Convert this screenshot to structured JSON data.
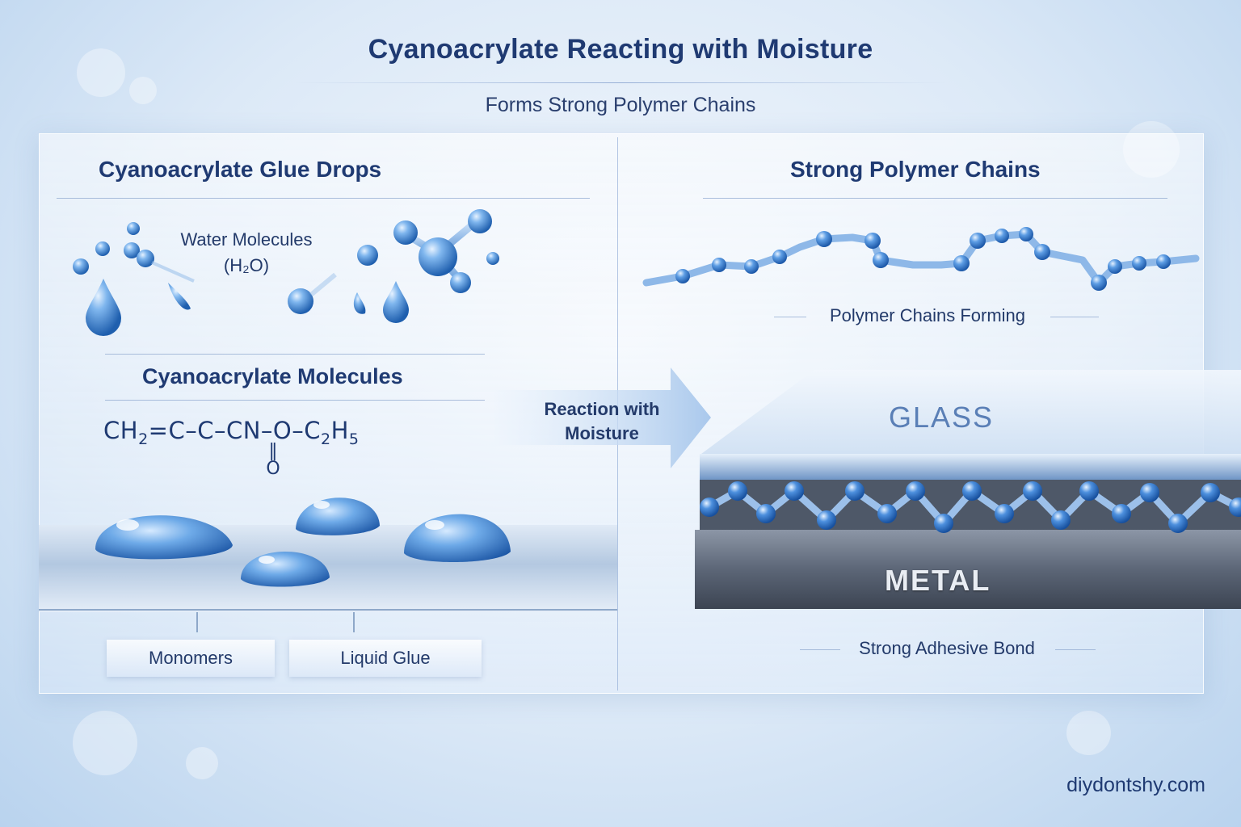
{
  "header": {
    "title": "Cyanoacrylate Reacting with Moisture",
    "subtitle": "Forms Strong Polymer Chains"
  },
  "left": {
    "heading": "Cyanoacrylate Glue Drops",
    "water_label_line1": "Water Molecules",
    "water_label_formula": "(H₂O)",
    "molecules_heading": "Cyanoacrylate Molecules",
    "formula": {
      "part1": "CH",
      "sub1": "2",
      "part2": "=C–C–CN–O–C",
      "sub2": "2",
      "part3": "H",
      "sub3": "5",
      "double_bond": "‖",
      "oxygen": "O"
    },
    "tags": [
      "Monomers",
      "Liquid Glue"
    ]
  },
  "arrow": {
    "line1": "Reaction with",
    "line2": "Moisture"
  },
  "right": {
    "heading": "Strong Polymer Chains",
    "chain_label": "Polymer Chains Forming",
    "glass_label": "GLASS",
    "metal_label": "METAL",
    "bond_label": "Strong Adhesive Bond"
  },
  "watermark": "diydontshy.com",
  "colors": {
    "accent": "#1f3a72",
    "bead": "#3f86d6",
    "bead_highlight": "#cfe4fb",
    "metal": "#6b7687"
  }
}
